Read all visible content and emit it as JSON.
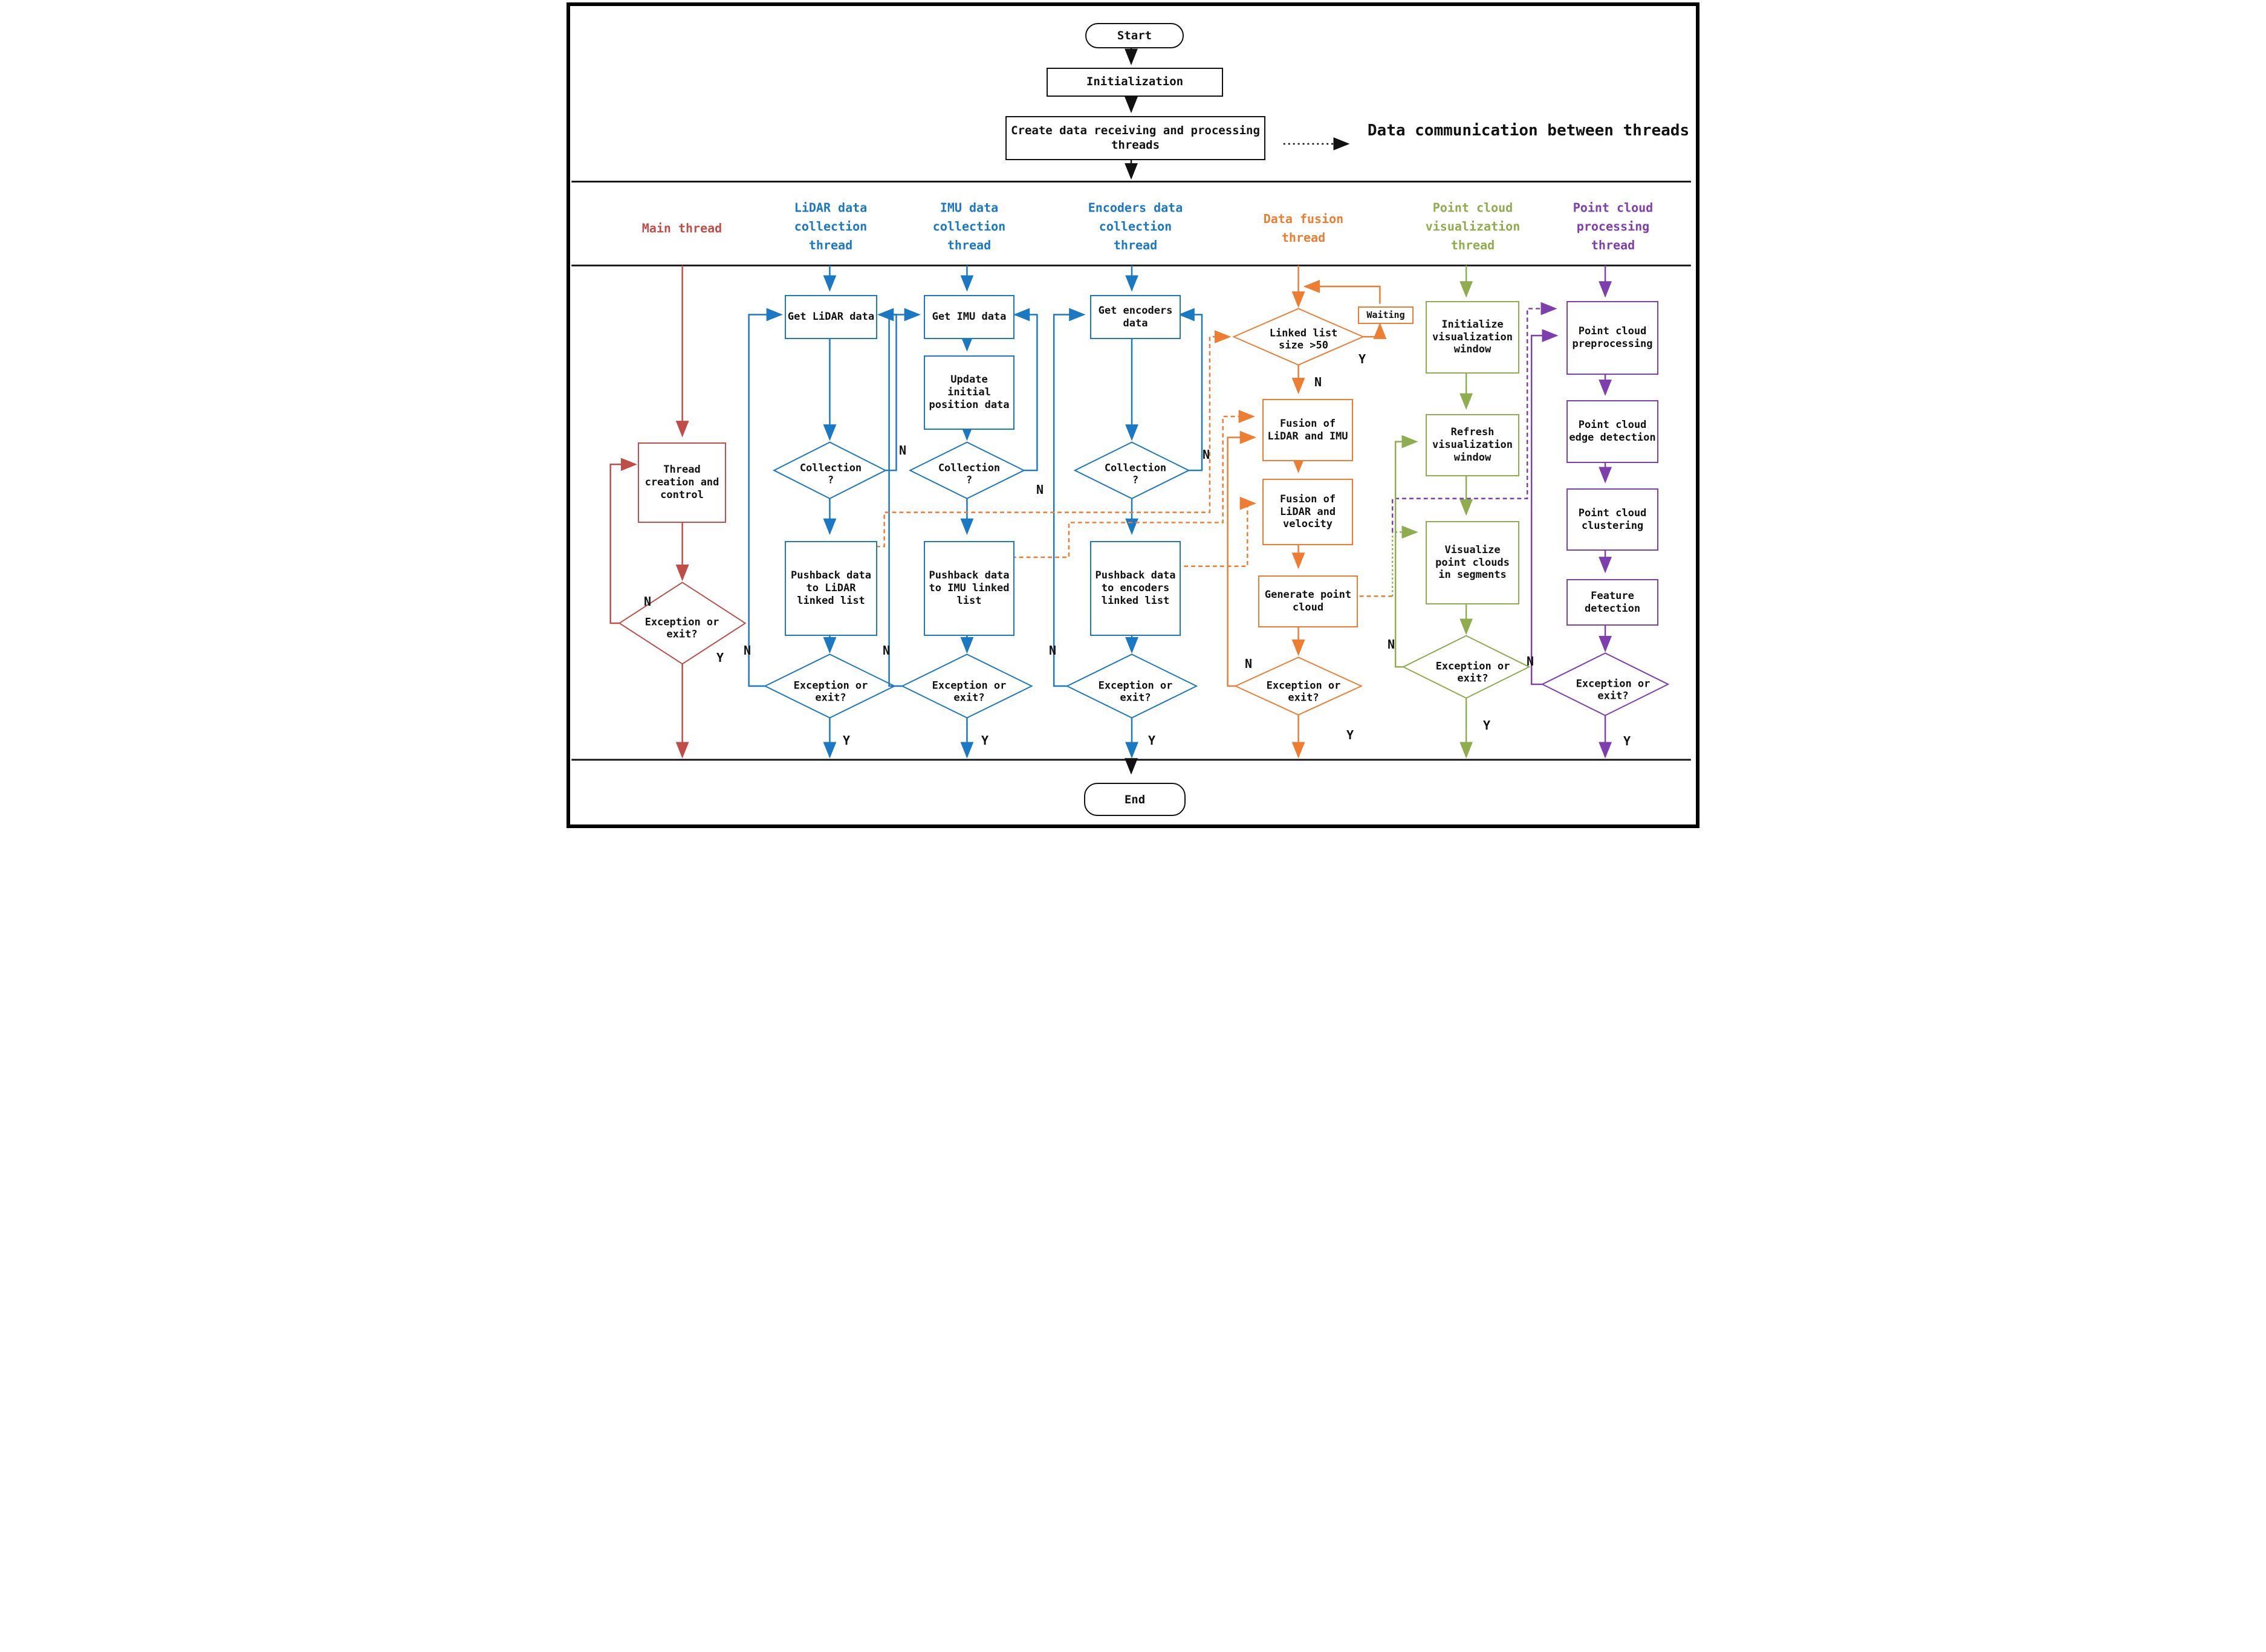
{
  "canvas": {
    "background": "#ffffff",
    "border_color": "#000000"
  },
  "terminals": {
    "start": "Start",
    "end": "End"
  },
  "top": {
    "initialization": "Initialization",
    "create_threads": "Create data receiving and processing threads"
  },
  "legend": {
    "label": "Data communication between threads",
    "style": "dotted-black-arrow"
  },
  "labels": {
    "n": "N",
    "y": "Y"
  },
  "threads": [
    {
      "id": "main",
      "label": "Main thread",
      "color": "#bf4e48"
    },
    {
      "id": "lidar",
      "label": "LiDAR data collection thread",
      "color": "#1b78c2"
    },
    {
      "id": "imu",
      "label": "IMU data collection thread",
      "color": "#1b78c2"
    },
    {
      "id": "encoders",
      "label": "Encoders data collection thread",
      "color": "#1b78c2"
    },
    {
      "id": "fusion",
      "label": "Data fusion thread",
      "color": "#ed7d31"
    },
    {
      "id": "visualization",
      "label": "Point cloud visualization thread",
      "color": "#8fac4e"
    },
    {
      "id": "processing",
      "label": "Point cloud processing thread",
      "color": "#7d3fad"
    }
  ],
  "nodes": {
    "main": {
      "creation": "Thread creation and control",
      "exception": "Exception or exit?"
    },
    "lidar": {
      "get": "Get LiDAR data",
      "collection": "Collection ?",
      "pushback": "Pushback data to LiDAR linked list",
      "exception": "Exception or exit?"
    },
    "imu": {
      "get": "Get IMU data",
      "update": "Update initial position data",
      "collection": "Collection ?",
      "pushback": "Pushback data to IMU linked list",
      "exception": "Exception or exit?"
    },
    "encoders": {
      "get": "Get encoders data",
      "collection": "Collection ?",
      "pushback": "Pushback data to encoders linked list",
      "exception": "Exception or exit?"
    },
    "fusion": {
      "linked_list": "Linked list size >50",
      "waiting": "Waiting",
      "fusion_imu": "Fusion of LiDAR and IMU",
      "fusion_velocity": "Fusion of LiDAR and velocity",
      "generate": "Generate point cloud",
      "exception": "Exception or exit?"
    },
    "visualization": {
      "initialize": "Initialize visualization window",
      "refresh": "Refresh visualization window",
      "visualize": "Visualize point clouds in segments",
      "exception": "Exception or exit?"
    },
    "processing": {
      "preprocessing": "Point cloud preprocessing",
      "edge": "Point cloud edge detection",
      "clustering": "Point cloud clustering",
      "feature": "Feature detection",
      "exception": "Exception or exit?"
    }
  }
}
